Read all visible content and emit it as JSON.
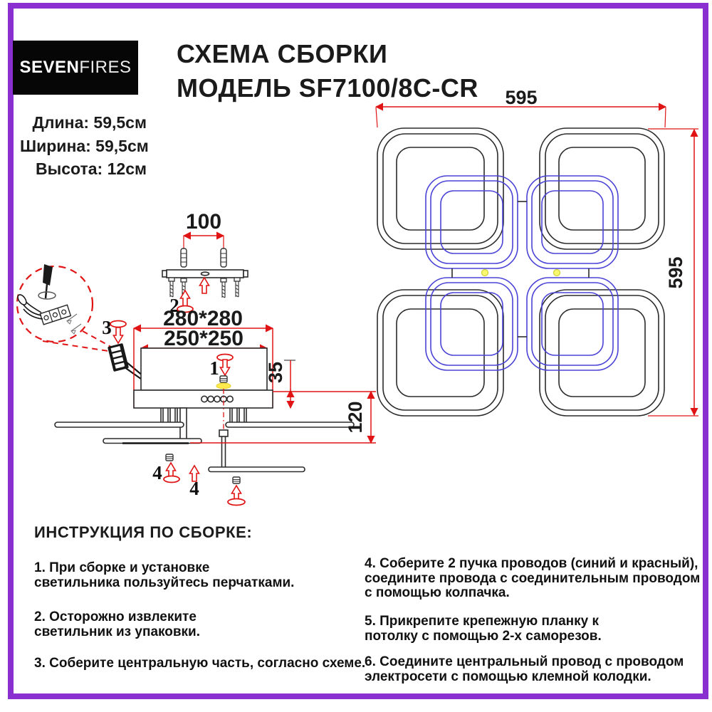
{
  "logo": {
    "bold": "SEVEN",
    "light": "FIRES"
  },
  "title": {
    "line1": "СХЕМА СБОРКИ",
    "line2": "МОДЕЛЬ SF7100/8C-CR"
  },
  "specs": {
    "length": "Длина: 59,5см",
    "width": "Ширина: 59,5см",
    "height": "Высота: 12см"
  },
  "top_view": {
    "dim_width": "595",
    "dim_height": "595"
  },
  "assembly": {
    "dim_bracket": "100",
    "dim_outer": "280*280",
    "dim_inner": "250*250",
    "dim_body_height": "35",
    "dim_total_height": "120",
    "step1": "1",
    "step2": "2",
    "step3": "3",
    "step4": "4",
    "step4_dup": "4"
  },
  "instructions": {
    "heading": "ИНСТРУКЦИЯ ПО СБОРКЕ:",
    "left": [
      "1. При сборке и установке\nсветильника пользуйтесь перчатками.",
      "2. Осторожно извлеките\nсветильник из упаковки.",
      "3. Соберите центральную часть, согласно схеме."
    ],
    "right": [
      "4. Соберите 2 пучка проводов (синий и красный),\nсоедините провода с соединительным проводом\nс помощью колпачка.",
      "5. Прикрепите крепежную планку к\nпотолку с помощью 2-х саморезов.",
      "6. Соедините центральный провод с проводом\nэлектросети с помощью клемной колодки."
    ]
  },
  "colors": {
    "accent_red": "#e01414",
    "ring_blue": "#4a43d6",
    "border_purple": "#8a2fd0",
    "line_black": "#2b2b2b",
    "glow_yellow": "#ffe94d"
  }
}
